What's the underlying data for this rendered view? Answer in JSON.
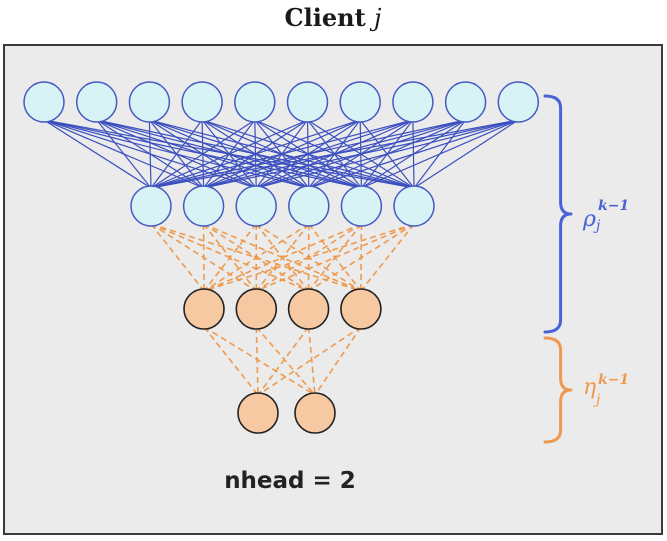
{
  "title": {
    "text": "Client ",
    "variable": "j"
  },
  "caption": "nhead = 2",
  "colors": {
    "panel_fill": "#ebebeb",
    "panel_border": "#3a3a3a",
    "blue_node_fill": "#d8f3f6",
    "blue_node_stroke": "#4659c4",
    "orange_node_fill": "#f6c9a3",
    "orange_node_stroke": "#222222",
    "blue_edge": "#3b4fbf",
    "orange_edge": "#ee9a4e",
    "blue_brace": "#4a62d6",
    "orange_brace": "#ee9a4e"
  },
  "layers": [
    {
      "name": "input-layer",
      "nodes": 10,
      "style": "blue"
    },
    {
      "name": "hidden-layer",
      "nodes": 6,
      "style": "blue"
    },
    {
      "name": "head-layer",
      "nodes": 4,
      "style": "orange"
    },
    {
      "name": "output-layer",
      "nodes": 2,
      "style": "orange"
    }
  ],
  "connections": [
    {
      "from": 0,
      "to": 1,
      "style": "solid",
      "color": "blue"
    },
    {
      "from": 1,
      "to": 2,
      "style": "dashed",
      "color": "orange"
    },
    {
      "from": 2,
      "to": 3,
      "style": "dashed",
      "color": "orange"
    }
  ],
  "braces": [
    {
      "name": "rho-brace",
      "symbol": "ρ",
      "superscript": "k−1",
      "subscript": "j",
      "color": "blue"
    },
    {
      "name": "eta-brace",
      "symbol": "η",
      "superscript": "k−1",
      "subscript": "j",
      "color": "orange"
    }
  ]
}
